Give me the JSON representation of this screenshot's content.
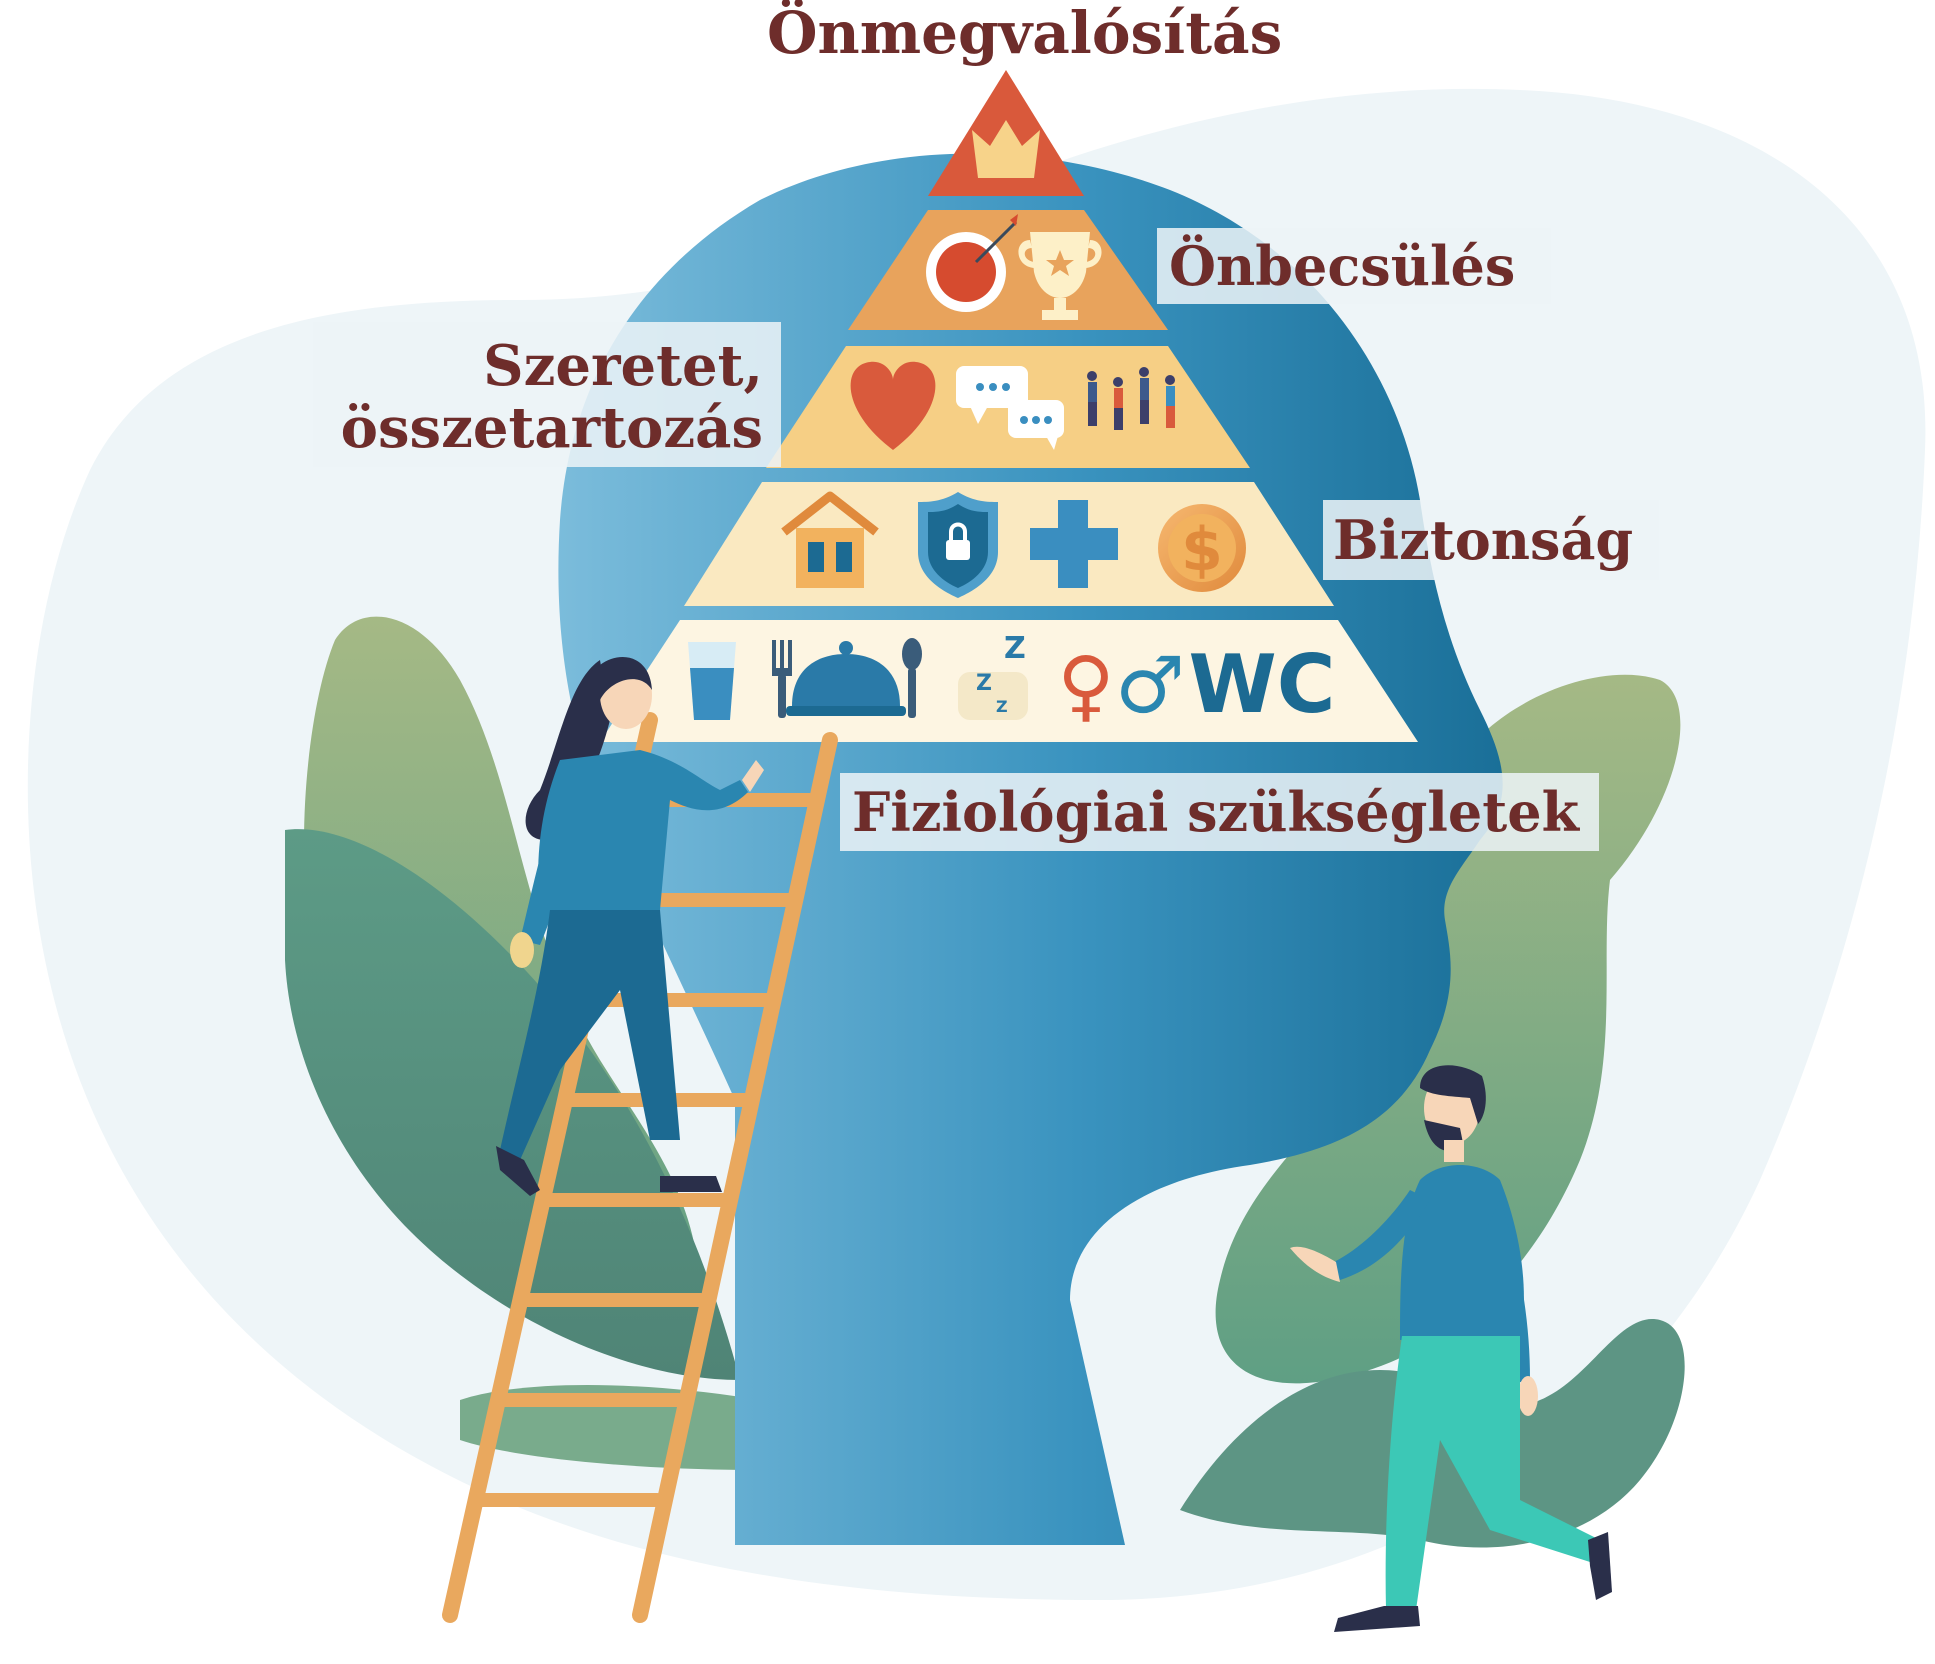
{
  "diagram": {
    "levels": {
      "self_actualization": "Önmegvalósítás",
      "esteem": "Önbecsülés",
      "love_line1": "Szeretet,",
      "love_line2": "összetartozás",
      "safety": "Biztonság",
      "physiological": "Fiziológiai szükségletek"
    },
    "icons": {
      "self_actualization": [
        "crown-icon"
      ],
      "esteem": [
        "target-icon",
        "trophy-icon"
      ],
      "love": [
        "heart-icon",
        "chat-bubbles-icon",
        "group-of-people-icon"
      ],
      "safety": [
        "house-icon",
        "shield-lock-icon",
        "medical-cross-icon",
        "dollar-coin-icon"
      ],
      "physiological": [
        "water-glass-icon",
        "fork-icon",
        "food-cloche-icon",
        "spoon-icon",
        "sleep-pillow-icon",
        "female-symbol-icon",
        "male-symbol-icon",
        "wc-icon"
      ]
    },
    "physiological_icon_text": {
      "sleep": "Z Z Z",
      "female": "♀",
      "male": "♂",
      "wc": "WC"
    },
    "colors": {
      "label_text": "#6e2d2b",
      "head": "#2a86b0",
      "tier_top": "#d9593b",
      "tier_2": "#e8a35c",
      "tier_3": "#f6cf85",
      "tier_4": "#fae9c1",
      "tier_5": "#fdf5e2",
      "foliage": "#6fa58a",
      "background_blob": "#eef5f8"
    }
  }
}
